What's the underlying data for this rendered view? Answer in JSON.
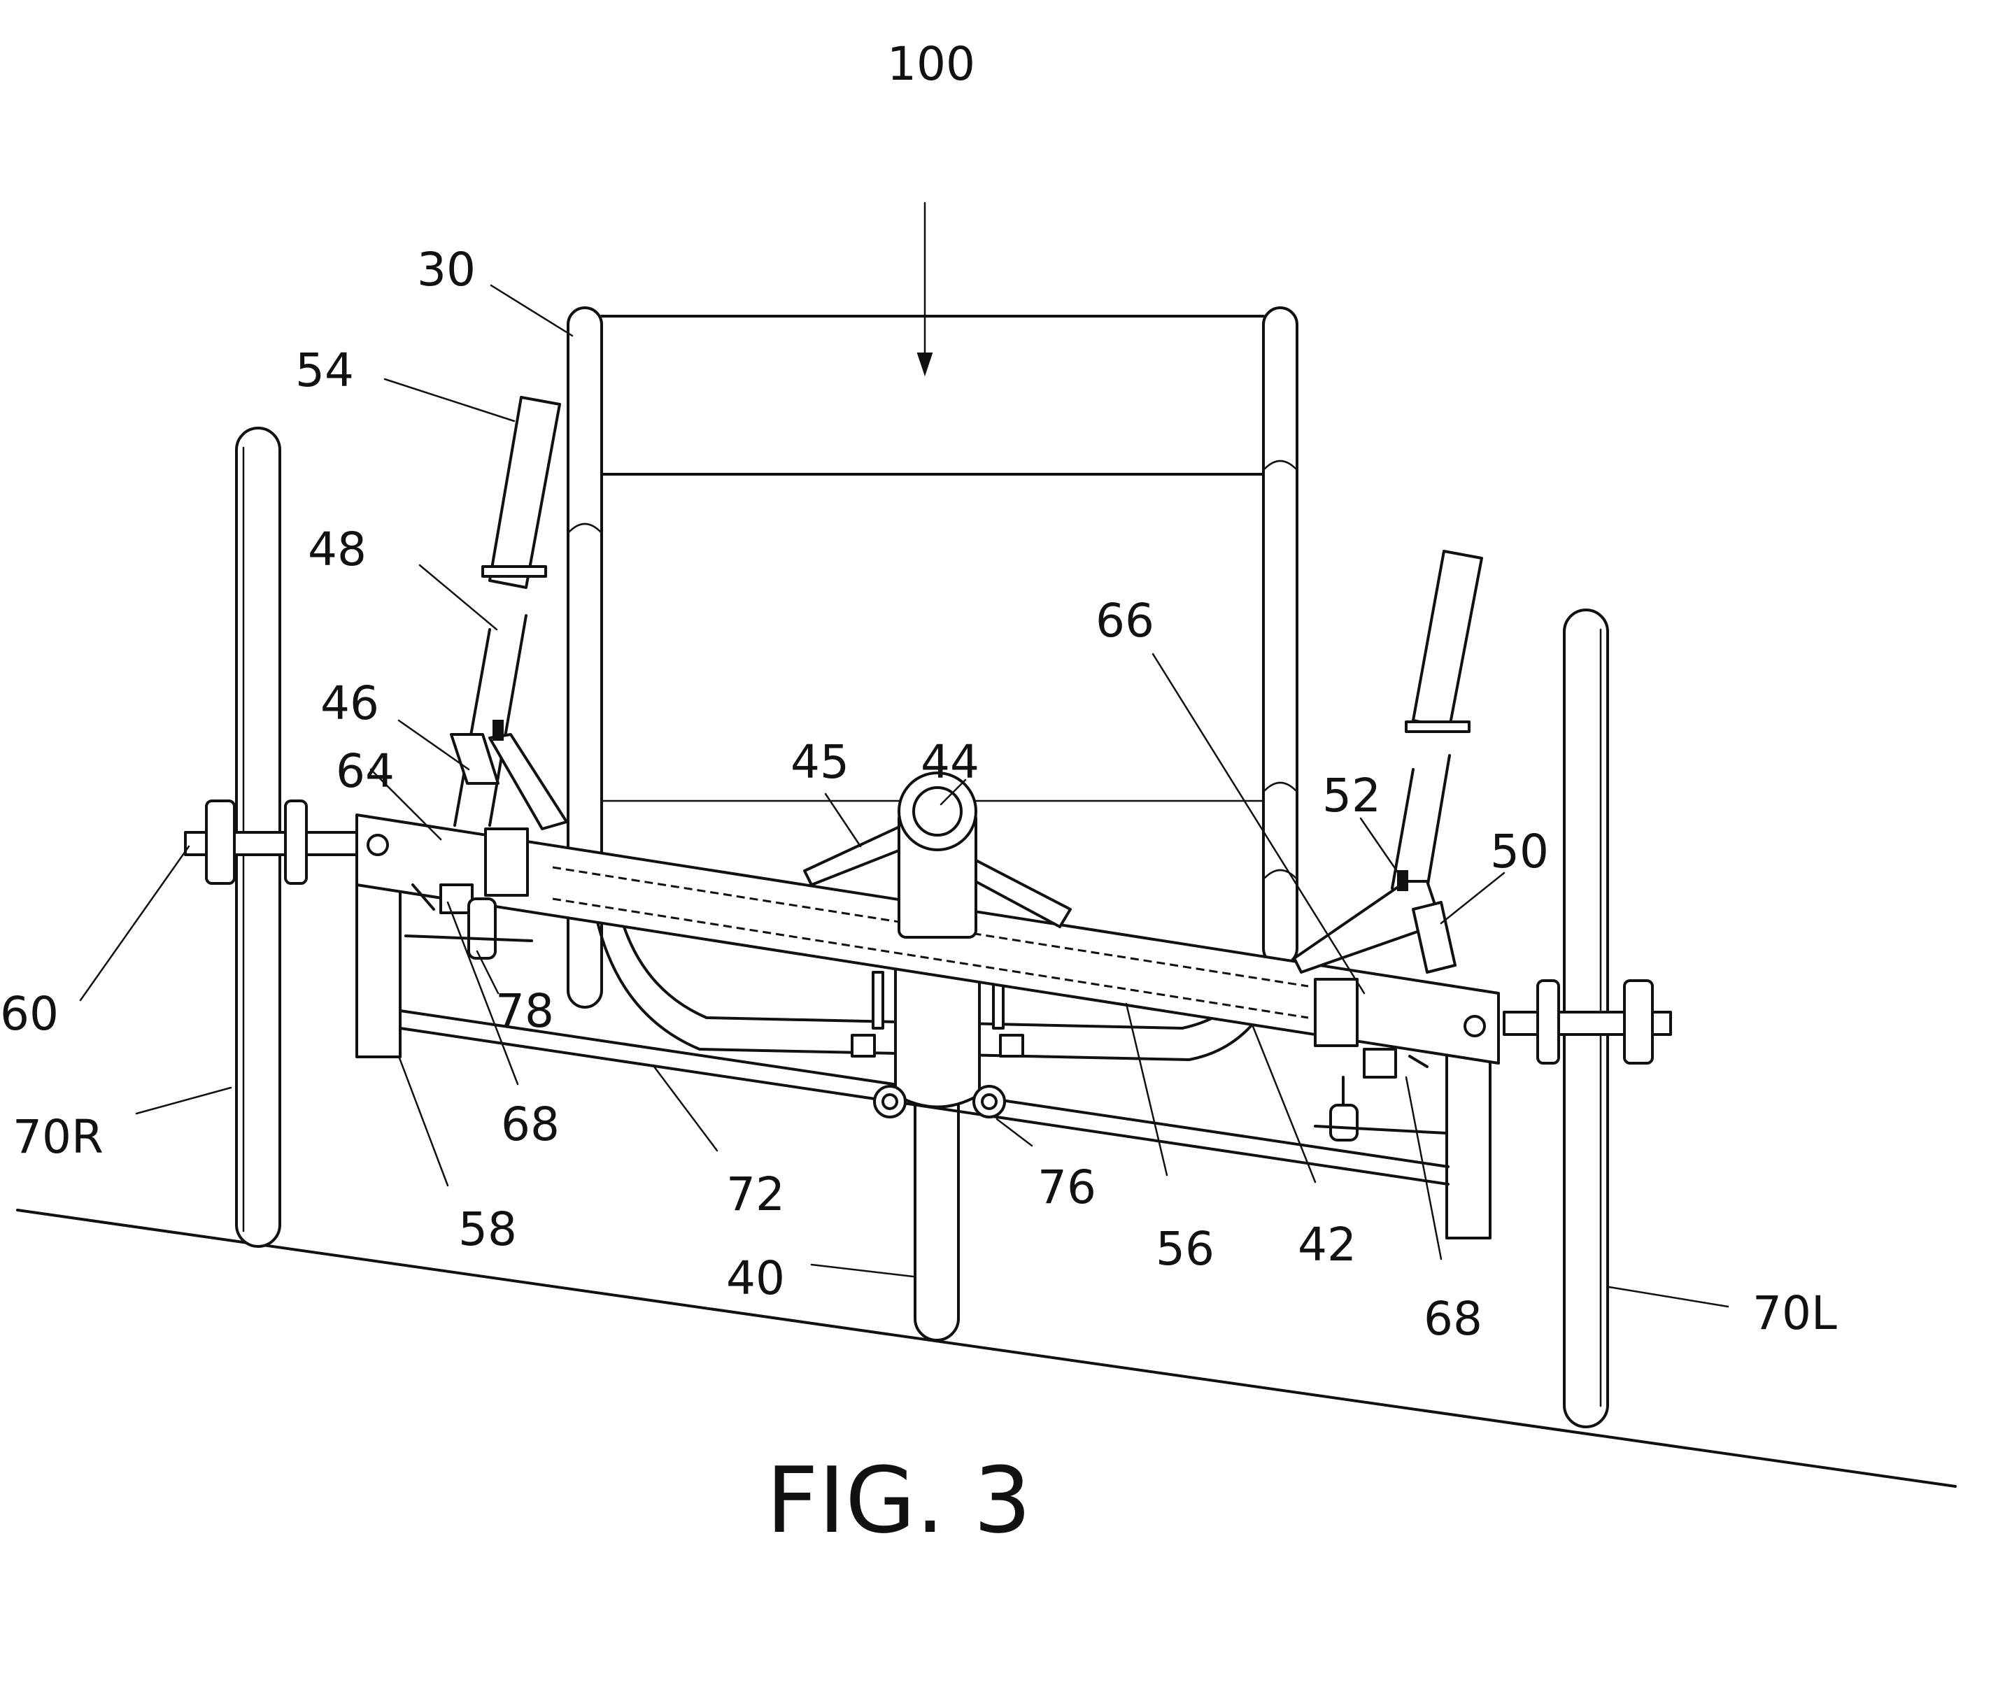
{
  "figure": {
    "caption": "FIG. 3"
  },
  "labels": {
    "l100": "100",
    "l30": "30",
    "l54": "54",
    "l48": "48",
    "l46": "46",
    "l64": "64",
    "l60": "60",
    "l70R": "70R",
    "l78": "78",
    "l68a": "68",
    "l58": "58",
    "l72": "72",
    "l45": "45",
    "l44": "44",
    "l66": "66",
    "l52": "52",
    "l50": "50",
    "l76": "76",
    "l56": "56",
    "l42": "42",
    "l68b": "68",
    "l40": "40",
    "l70L": "70L"
  }
}
